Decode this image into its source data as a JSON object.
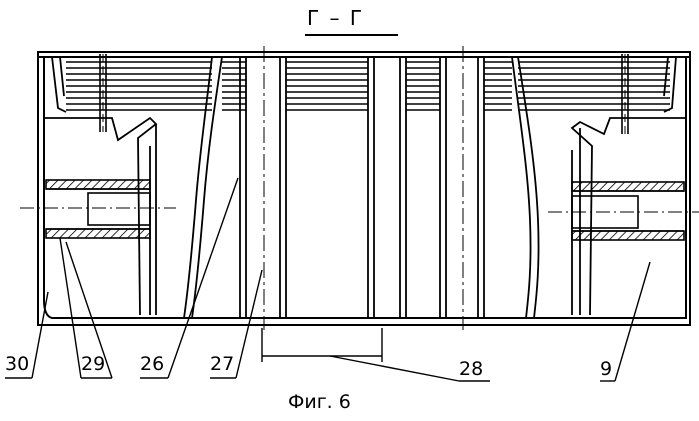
{
  "section_title": "Г – Г",
  "caption": "Фиг. 6",
  "labels": {
    "l30": "30",
    "l29": "29",
    "l26": "26",
    "l27": "27",
    "l28": "28",
    "l9": "9"
  }
}
